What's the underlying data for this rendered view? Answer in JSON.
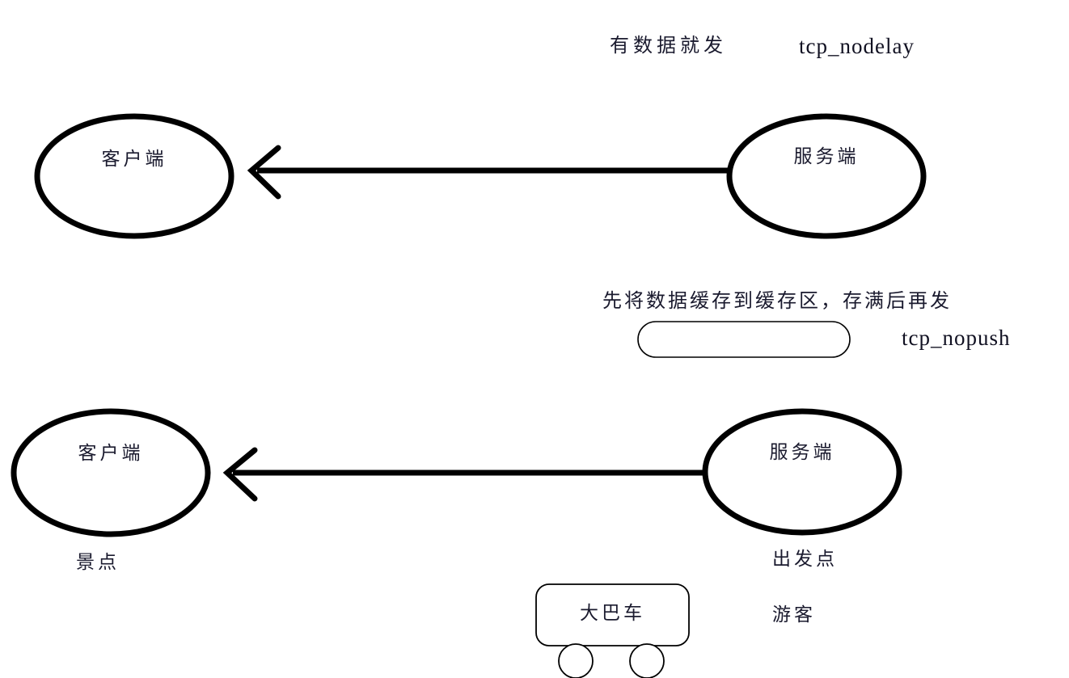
{
  "diagram": {
    "title": "TCP nodelay vs nopush analogy diagram",
    "stroke_color_thick": "#000000",
    "stroke_color_thin": "#000000",
    "text_color": "#1a1a2e",
    "background": "#ffffff"
  },
  "top_section": {
    "annotation_cn": "有数据就发",
    "annotation_option": "tcp_nodelay",
    "client_node": "客户端",
    "server_node": "服务端",
    "arrow_direction": "server-to-client"
  },
  "bottom_section": {
    "annotation_cn": "先将数据缓存到缓存区，存满后再发",
    "annotation_option": "tcp_nopush",
    "buffer_label": "",
    "client_node": "客户端",
    "server_node": "服务端",
    "client_caption": "景点",
    "server_caption": "出发点",
    "bus_label": "大巴车",
    "passenger_label": "游客",
    "arrow_direction": "server-to-client"
  }
}
